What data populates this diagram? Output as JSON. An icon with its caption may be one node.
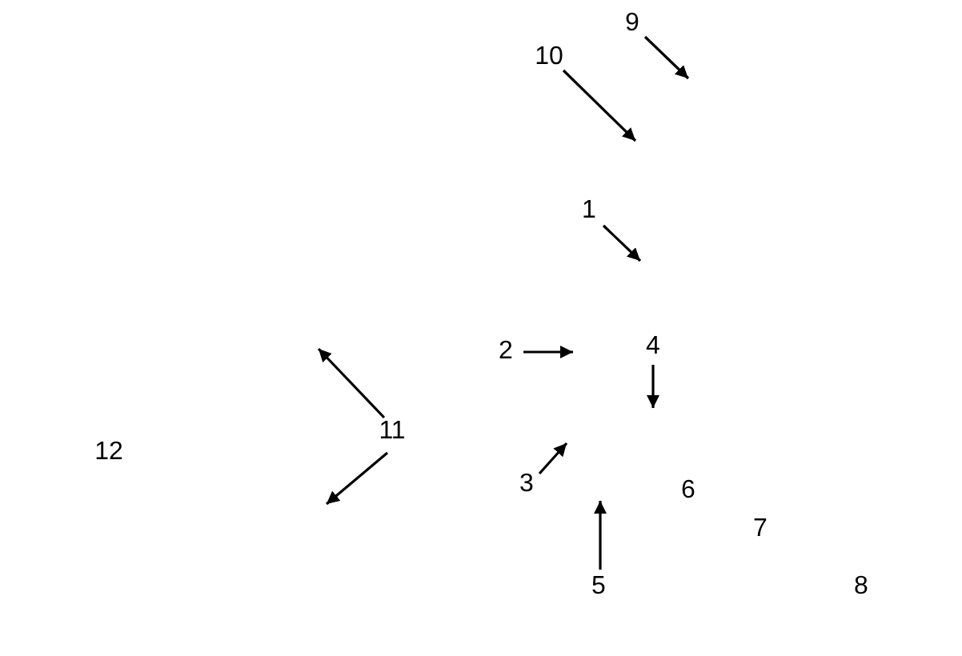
{
  "diagram": {
    "nodes": [
      {
        "text": [
          "9"
        ]
      },
      {
        "text": [
          "10"
        ]
      },
      {
        "text": [
          "1"
        ]
      },
      {
        "text": [
          "2"
        ]
      },
      {
        "text": [
          "4"
        ]
      },
      {
        "text": [
          "11"
        ]
      },
      {
        "text": [
          "3"
        ]
      },
      {
        "text": [
          "5"
        ]
      }
    ],
    "edges": [
      {
        "from": 0,
        "to": null,
        "arrow": "to"
      },
      {
        "from": 1,
        "to": null,
        "arrow": "to"
      },
      {
        "from": 2,
        "to": null,
        "arrow": "to"
      },
      {
        "from": 3,
        "to": null,
        "arrow": "to"
      },
      {
        "from": 4,
        "to": null,
        "arrow": "to"
      },
      {
        "from": 5,
        "to": null,
        "arrow": "to"
      },
      {
        "from": 5,
        "to": null,
        "arrow": "to"
      },
      {
        "from": 6,
        "to": null,
        "arrow": "to"
      },
      {
        "from": 7,
        "to": null,
        "arrow": "to"
      }
    ],
    "labels": [
      "12",
      "6",
      "7",
      "8"
    ]
  }
}
